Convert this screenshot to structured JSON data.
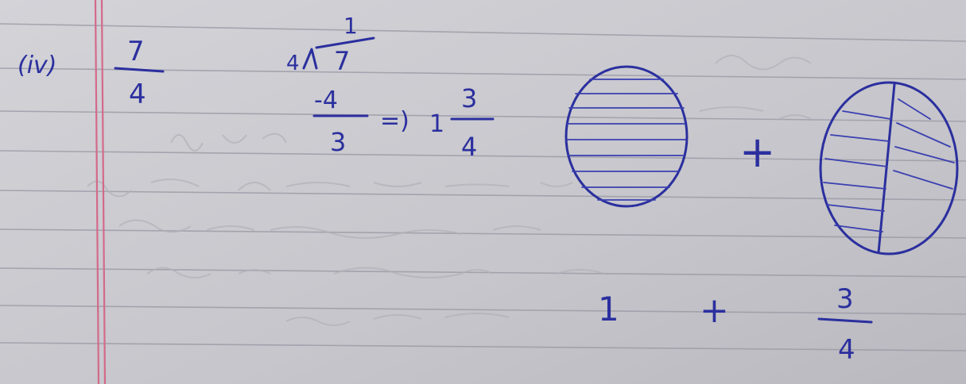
{
  "note": {
    "label": "(iv)",
    "fraction": {
      "numerator": "7",
      "denominator": "4"
    },
    "division": {
      "divisor": "4",
      "dividend": "7",
      "quotient": "1",
      "subtract": "-4",
      "remainder": "3"
    },
    "arrow": "=)",
    "mixed_number": {
      "whole": "1",
      "numerator": "3",
      "denominator": "4"
    },
    "plus_sign": "+",
    "caption": {
      "whole": "1",
      "plus": "+",
      "numerator": "3",
      "denominator": "4"
    }
  },
  "colors": {
    "ink": "#2b2f9e",
    "paper": "#c9c9cf",
    "margin_line": "#d46a8a",
    "rule_line": "#9b9aa6"
  }
}
